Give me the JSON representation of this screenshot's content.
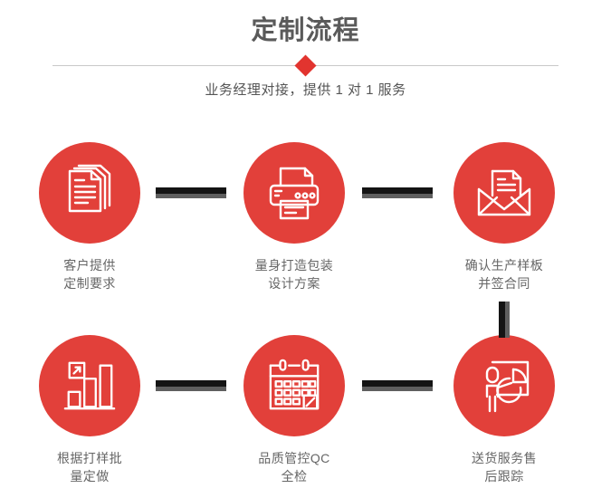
{
  "header": {
    "title": "定制流程",
    "subtitle": "业务经理对接，提供 1 对 1 服务",
    "divider_icon": "diamond-marker",
    "accent_color": "#e2342f",
    "title_color": "#5a5a5a",
    "subtitle_color": "#555555"
  },
  "flow": {
    "circle_color": "#e2403a",
    "label_color": "#666666",
    "connector_color": "#141414",
    "connector_shadow_color": "#5f5f5f",
    "steps": [
      {
        "index": 1,
        "icon": "documents-stack-icon",
        "label": "客户提供\n定制要求"
      },
      {
        "index": 2,
        "icon": "printer-icon",
        "label": "量身打造包装\n设计方案"
      },
      {
        "index": 3,
        "icon": "envelope-letter-icon",
        "label": "确认生产样板\n并签合同"
      },
      {
        "index": 4,
        "icon": "bar-chart-growth-icon",
        "label": "根据打样批\n量定做"
      },
      {
        "index": 5,
        "icon": "calendar-check-icon",
        "label": "品质管控QC\n全检"
      },
      {
        "index": 6,
        "icon": "presentation-pie-chart-icon",
        "label": "送货服务售\n后跟踪"
      }
    ],
    "connectors": [
      {
        "name": "connector-step1-step2",
        "orientation": "horizontal"
      },
      {
        "name": "connector-step2-step3",
        "orientation": "horizontal"
      },
      {
        "name": "connector-step3-step6",
        "orientation": "vertical"
      },
      {
        "name": "connector-step4-step5",
        "orientation": "horizontal"
      },
      {
        "name": "connector-step5-step6",
        "orientation": "horizontal"
      }
    ]
  }
}
